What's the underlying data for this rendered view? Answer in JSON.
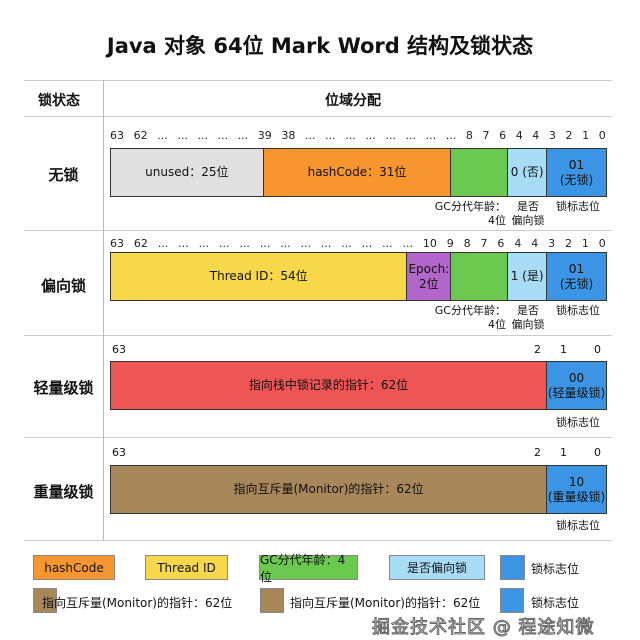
{
  "title": "Java 对象 64位 Mark Word 结构及锁状态",
  "header": {
    "state": "锁状态",
    "bits": "位域分配"
  },
  "colors": {
    "unused": "#e0e0e0",
    "hashcode": "#f7962e",
    "gc": "#6cc94f",
    "biased": "#a8dcf5",
    "lock": "#3b95e4",
    "thread": "#f7d84a",
    "epoch": "#b366c9",
    "lightweight": "#ee5555",
    "monitor": "#a8875a"
  },
  "rows": [
    {
      "label": "无锁",
      "bits": [
        "63",
        "62",
        "...",
        "...",
        "...",
        "...",
        "...",
        "39",
        "38",
        "...",
        "...",
        "...",
        "...",
        "...",
        "...",
        "...",
        "...",
        "8",
        "7",
        "6",
        "4",
        "4",
        "3",
        "2",
        "1",
        "0"
      ],
      "segments": [
        "unused：25位",
        "hashCode：31位",
        "",
        "0 (否)",
        "01\n(无锁)"
      ],
      "notes": {
        "gc": "GC分代年龄：\n4位",
        "biased": "是否\n偏向锁",
        "lock": "锁标志位"
      }
    },
    {
      "label": "偏向锁",
      "bits": [
        "63",
        "62",
        "...",
        "...",
        "...",
        "...",
        "...",
        "...",
        "...",
        "...",
        "...",
        "...",
        "...",
        "...",
        "...",
        "10",
        "9",
        "8",
        "7",
        "6",
        "4",
        "4",
        "3",
        "2",
        "1",
        "0"
      ],
      "segments": [
        "Thread ID：54位",
        "Epoch:\n2位",
        "",
        "1 (是)",
        "01\n(无锁)"
      ],
      "notes": {
        "gc": "GC分代年龄：\n4位",
        "biased": "是否\n偏向锁",
        "lock": "锁标志位"
      }
    },
    {
      "label": "轻量级锁",
      "bits": [
        "63",
        "2",
        "1",
        "0"
      ],
      "segments": [
        "指向栈中锁记录的指针：62位",
        "00\n(轻量级锁)"
      ],
      "notes": {
        "lock": "锁标志位"
      }
    },
    {
      "label": "重量级锁",
      "bits": [
        "63",
        "2",
        "1",
        "0"
      ],
      "segments": [
        "指向互斥量(Monitor)的指针：62位",
        "10\n(重量级锁)"
      ],
      "notes": {
        "lock": "锁标志位"
      }
    }
  ],
  "legend": [
    "hashCode",
    "Thread ID",
    "GC分代年龄：4位",
    "是否偏向锁",
    "锁标志位",
    "指向互斥量(Monitor)的指针：62位",
    "指向互斥量(Monitor)的指针：62位",
    "锁标志位"
  ],
  "watermark": "掘金技术社区 @ 程途知微"
}
